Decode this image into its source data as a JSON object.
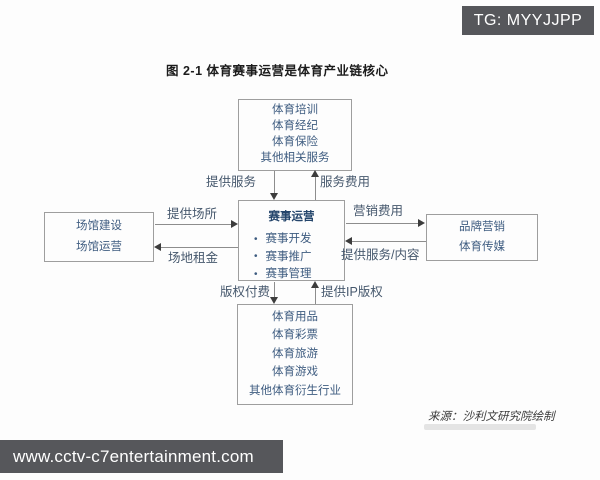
{
  "watermarks": {
    "badge_text": "TG: MYYJJPP",
    "footer_url": "www.cctv-c7entertainment.com"
  },
  "figure": {
    "title": "图 2-1 体育赛事运营是体育产业链核心",
    "source": "来源：沙利文研究院绘制"
  },
  "diagram": {
    "top_box": {
      "items": [
        "体育培训",
        "体育经纪",
        "体育保险",
        "其他相关服务"
      ]
    },
    "center_box": {
      "title": "赛事运营",
      "bullet": "•",
      "items": [
        "赛事开发",
        "赛事推广",
        "赛事管理"
      ]
    },
    "left_box": {
      "items": [
        "场馆建设",
        "场馆运营"
      ]
    },
    "right_box": {
      "items": [
        "品牌营销",
        "体育传媒"
      ]
    },
    "bottom_box": {
      "items": [
        "体育用品",
        "体育彩票",
        "体育旅游",
        "体育游戏",
        "其他体育衍生行业"
      ]
    },
    "edges": {
      "provide_services": "提供服务",
      "service_fee": "服务费用",
      "provide_venue": "提供场所",
      "venue_rent": "场地租金",
      "marketing_fee": "营销费用",
      "provide_services_content": "提供服务/内容",
      "copyright_payment": "版权付费",
      "provide_ip_rights": "提供IP版权"
    }
  },
  "colors": {
    "watermark_bg": "#56575b",
    "watermark_text": "#ffffff",
    "box_border": "#9e9e9e",
    "box_text": "#3e5c80",
    "center_title_text": "#24456b",
    "edge_label_text": "#46586d",
    "line": "#8d8d8d",
    "title_text": "#1c1c1c"
  }
}
